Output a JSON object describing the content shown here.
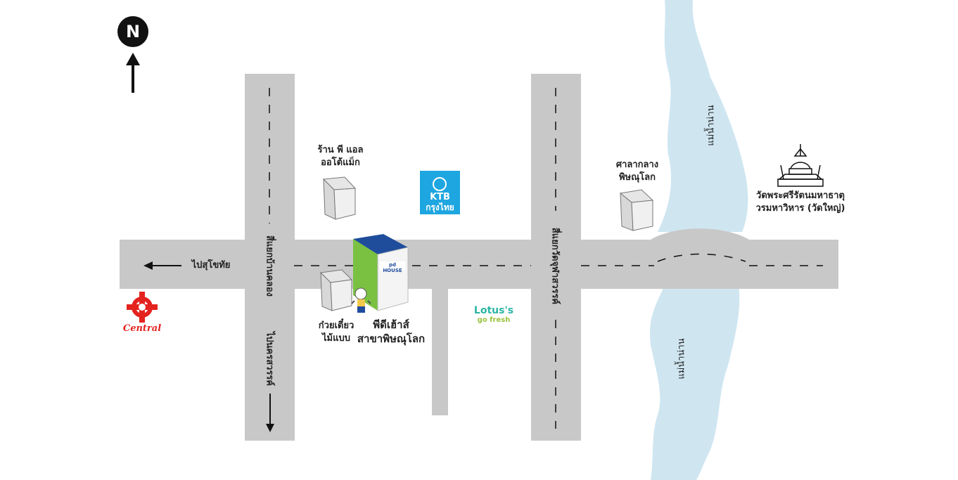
{
  "north_label": "N",
  "direction_left": "ไปสุโขทัย",
  "road_left_vertical": "สี่แยกบ้านคลอง",
  "road_left_down": "ไปนครสวรรค์",
  "road_right_vertical": "สี่แยกวัดจุฬาสวรรค์",
  "river_top": "แม่น้ำน่าน",
  "river_bottom": "แม่น้ำน่าน",
  "shop_pl": [
    "ร้าน พี แอล",
    "ออโต้แม็ก"
  ],
  "ktb_logo": [
    "KTB",
    "กรุงไทย"
  ],
  "city_hall": [
    "ศาลากลาง",
    "พิษณุโลก"
  ],
  "temple": [
    "วัดพระศรีรัตนมหาธาตุ",
    "วรมหาวิหาร (วัดใหญ่)"
  ],
  "noodle": [
    "ก๋วยเตี๋ยว",
    "ไม้แบบ"
  ],
  "pdhouse": [
    "พีดีเฮ้าส์",
    "สาขาพิษณุโลก"
  ],
  "pdhouse_sign": "pd HOUSE",
  "central_logo": "Central",
  "lotus_logo": [
    "Lotus's",
    "go fresh"
  ],
  "colors": {
    "road": "#c8c8c8",
    "river": "#cfe6f1",
    "ktb": "#1ea6e0",
    "central": "#e4231f",
    "lotus": "#2bb5a3",
    "lotus_sub": "#9bc23c",
    "pd_green": "#7ac142",
    "pd_blue": "#1f4d9c"
  },
  "icons": [
    "north-arrow-icon",
    "left-arrow-icon",
    "down-arrow-icon",
    "temple-icon",
    "building-icon",
    "mascot-icon"
  ]
}
